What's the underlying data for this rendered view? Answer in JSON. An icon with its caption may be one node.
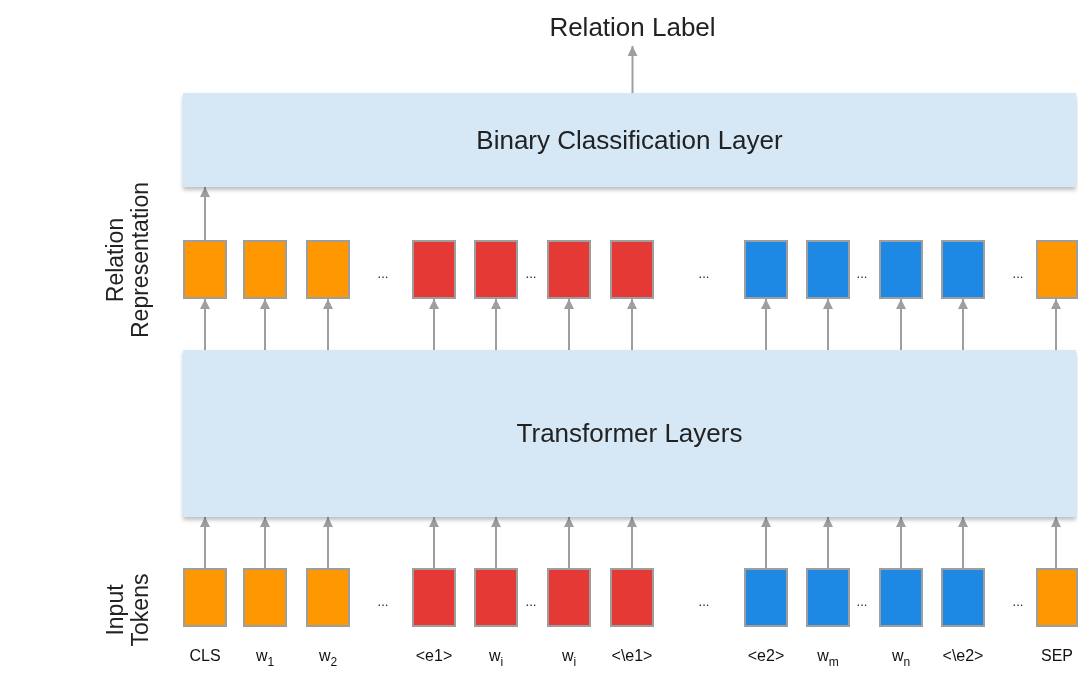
{
  "diagram": {
    "nodes": [
      {
        "text": [
          "Relation Label"
        ]
      },
      {
        "text": [
          "Binary Classification Layer"
        ]
      },
      {
        "text": [],
        "shape": "box"
      },
      {
        "text": [],
        "shape": "box"
      },
      {
        "text": [],
        "shape": "box"
      },
      {
        "text": [],
        "shape": "box"
      },
      {
        "text": [],
        "shape": "box"
      },
      {
        "text": [],
        "shape": "box"
      },
      {
        "text": [],
        "shape": "box"
      },
      {
        "text": [],
        "shape": "box"
      },
      {
        "text": [],
        "shape": "box"
      },
      {
        "text": [],
        "shape": "box"
      },
      {
        "text": [],
        "shape": "box"
      },
      {
        "text": [],
        "shape": "box"
      },
      {
        "text": [
          "Transformer Layers"
        ]
      },
      {
        "text": [],
        "shape": "box",
        "beside": [
          "CLS"
        ]
      },
      {
        "text": [],
        "shape": "box",
        "beside": [
          "w$_{1}$"
        ]
      },
      {
        "text": [],
        "shape": "box",
        "beside": [
          "w$_{2}$"
        ]
      },
      {
        "text": [],
        "shape": "box",
        "beside": [
          "<e1>"
        ]
      },
      {
        "text": [],
        "shape": "box",
        "beside": [
          "w$_{i}$"
        ]
      },
      {
        "text": [],
        "shape": "box",
        "beside": [
          "w$_{i}$"
        ]
      },
      {
        "text": [],
        "shape": "box",
        "beside": [
          "<\\e1>"
        ]
      },
      {
        "text": [],
        "shape": "box",
        "beside": [
          "<e2>"
        ]
      },
      {
        "text": [],
        "shape": "box",
        "beside": [
          "w$_{m}$"
        ]
      },
      {
        "text": [],
        "shape": "box",
        "beside": [
          "w$_{n}$"
        ]
      },
      {
        "text": [],
        "shape": "box",
        "beside": [
          "<\\e2>"
        ]
      },
      {
        "text": [],
        "shape": "box",
        "beside": [
          "SEP"
        ]
      }
    ],
    "edges": [
      {
        "from": 1,
        "to": 0,
        "arrow": "to"
      },
      {
        "from": 2,
        "to": 1,
        "arrow": "to"
      },
      {
        "from": 14,
        "to": 2,
        "arrow": "to"
      },
      {
        "from": 14,
        "to": 3,
        "arrow": "to"
      },
      {
        "from": 14,
        "to": 4,
        "arrow": "to"
      },
      {
        "from": 14,
        "to": 5,
        "arrow": "to"
      },
      {
        "from": 14,
        "to": 6,
        "arrow": "to"
      },
      {
        "from": 14,
        "to": 7,
        "arrow": "to"
      },
      {
        "from": 14,
        "to": 8,
        "arrow": "to"
      },
      {
        "from": 14,
        "to": 9,
        "arrow": "to"
      },
      {
        "from": 14,
        "to": 10,
        "arrow": "to"
      },
      {
        "from": 14,
        "to": 11,
        "arrow": "to"
      },
      {
        "from": 14,
        "to": 12,
        "arrow": "to"
      },
      {
        "from": 14,
        "to": 13,
        "arrow": "to"
      },
      {
        "from": 15,
        "to": 14,
        "arrow": "to"
      },
      {
        "from": 16,
        "to": 14,
        "arrow": "to"
      },
      {
        "from": 17,
        "to": 14,
        "arrow": "to"
      },
      {
        "from": 18,
        "to": 14,
        "arrow": "to"
      },
      {
        "from": 19,
        "to": 14,
        "arrow": "to"
      },
      {
        "from": 20,
        "to": 14,
        "arrow": "to"
      },
      {
        "from": 21,
        "to": 14,
        "arrow": "to"
      },
      {
        "from": 22,
        "to": 14,
        "arrow": "to"
      },
      {
        "from": 23,
        "to": 14,
        "arrow": "to"
      },
      {
        "from": 24,
        "to": 14,
        "arrow": "to"
      },
      {
        "from": 25,
        "to": 14,
        "arrow": "to"
      },
      {
        "from": 26,
        "to": 14,
        "arrow": "to"
      }
    ],
    "labels": [
      "Relation Representation",
      "...",
      "...",
      "...",
      "...",
      "...",
      "Input Tokens",
      "...",
      "...",
      "...",
      "...",
      "..."
    ]
  }
}
